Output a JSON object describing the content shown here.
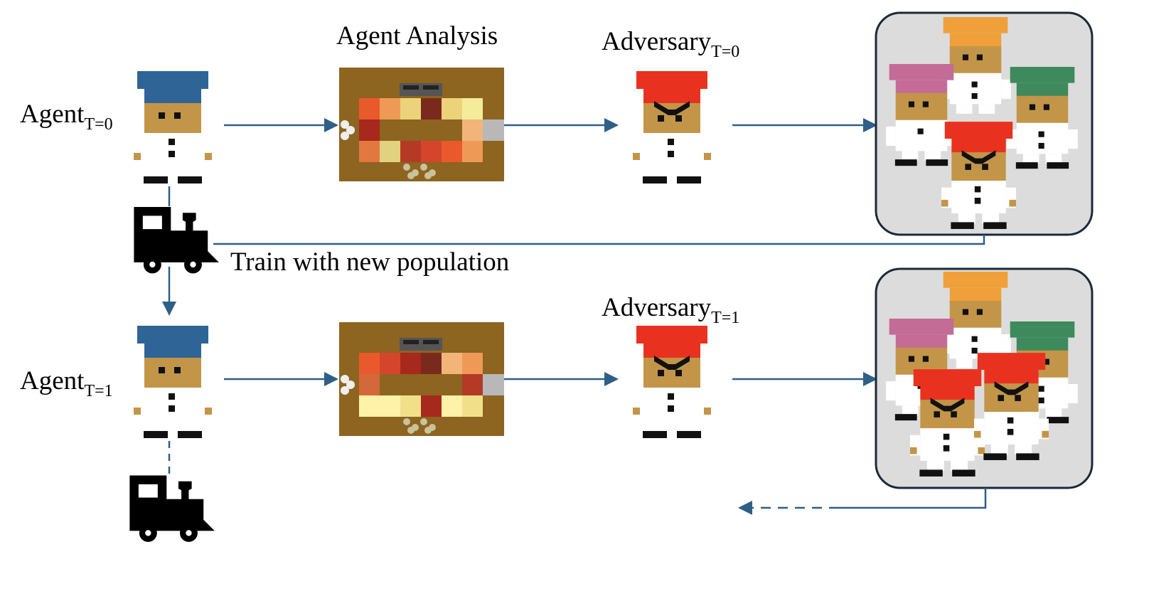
{
  "labels": {
    "agent_t0": "Agent",
    "agent_t0_sub": "T=0",
    "agent_t1": "Agent",
    "agent_t1_sub": "T=1",
    "agent_analysis": "Agent Analysis",
    "adversary_t0": "Adversary",
    "adversary_t0_sub": "T=0",
    "adversary_t1": "Adversary",
    "adversary_t1_sub": "T=1",
    "train_caption": "Train with new population"
  },
  "colors": {
    "arrow": "#2f5f86",
    "agent_hat": "#2e6596",
    "adversary_hat": "#e8321f",
    "skin": "#c39548",
    "population_panel": "#dcdcdc",
    "population_border": "#1a2a3a",
    "kitchen_floor": "#8d6420",
    "pink_hat": "#c46b96",
    "orange_hat": "#f0a03a",
    "green_hat": "#3e8a5c"
  },
  "icons": {
    "train": "train-icon",
    "agent": "agent-chef-icon",
    "adversary": "adversary-chef-icon",
    "kitchen": "kitchen-map-icon"
  }
}
